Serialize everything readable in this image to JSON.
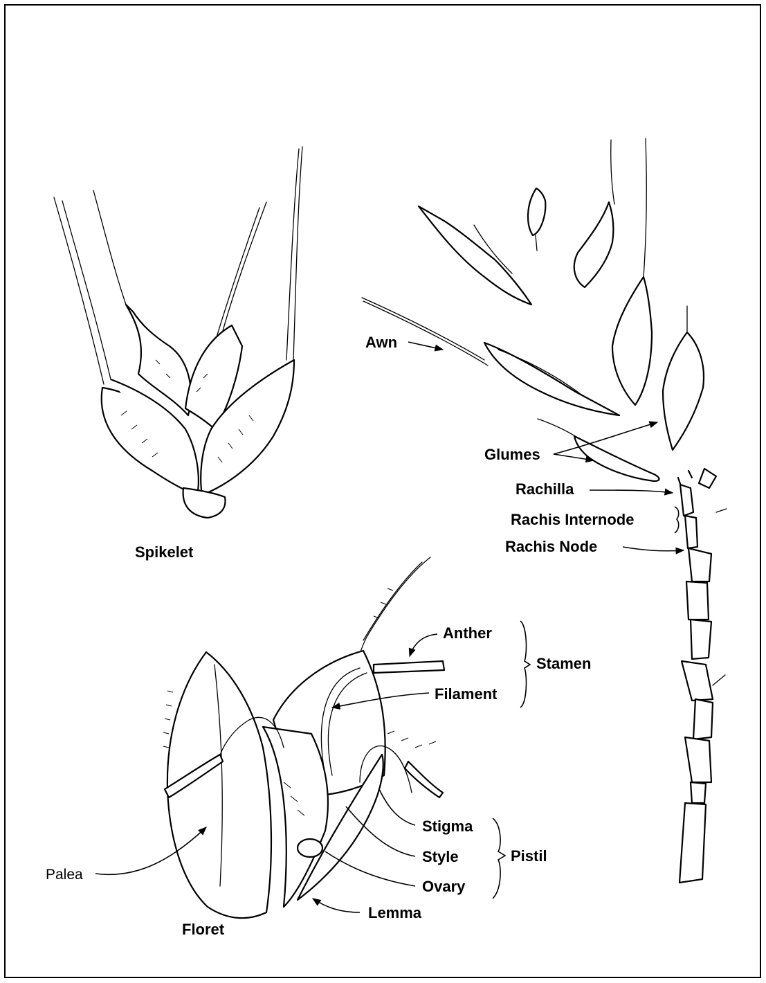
{
  "labels": {
    "spikelet": "Spikelet",
    "awn": "Awn",
    "glumes": "Glumes",
    "rachilla": "Rachilla",
    "rachis_internode": "Rachis Internode",
    "rachis_node": "Rachis Node",
    "anther": "Anther",
    "filament": "Filament",
    "stamen": "Stamen",
    "stigma": "Stigma",
    "style": "Style",
    "ovary": "Ovary",
    "pistil": "Pistil",
    "palea": "Palea",
    "lemma": "Lemma",
    "floret": "Floret"
  },
  "colors": {
    "ink": "#000000",
    "paper": "#ffffff"
  }
}
